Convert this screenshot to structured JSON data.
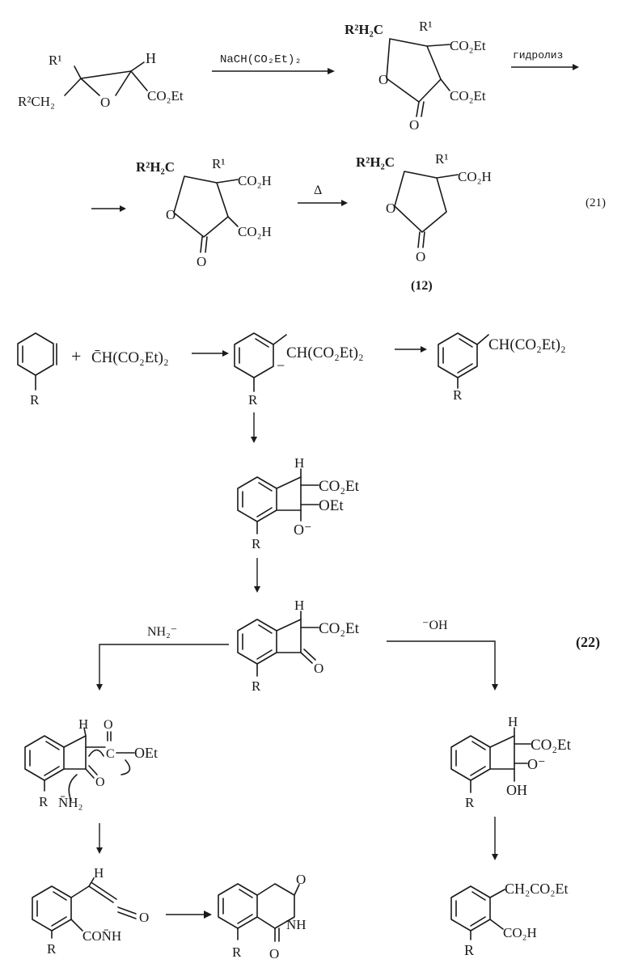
{
  "scheme21": {
    "number": "(21)",
    "epoxide": {
      "r1": "R¹",
      "r2ch2": "R²CH₂",
      "o": "O",
      "h": "H",
      "ester": "CO₂Et"
    },
    "reagent1": "NaCH(CO₂Et)₂",
    "lactone_diester": {
      "r2h2c": "R²H₂C",
      "r1": "R¹",
      "o_ring": "O",
      "o_carbonyl": "O",
      "ester_top": "CO₂Et",
      "ester_bottom": "CO₂Et"
    },
    "reagent2": "гидролиз",
    "lactone_diacid": {
      "r2h2c": "R²H₂C",
      "r1": "R¹",
      "o_ring": "O",
      "o_carbonyl": "O",
      "acid_top": "CO₂H",
      "acid_bottom": "CO₂H"
    },
    "heat": "Δ",
    "product": {
      "r2h2c": "R²H₂C",
      "r1": "R¹",
      "o_ring": "O",
      "o_carbonyl": "O",
      "acid": "CO₂H",
      "label": "(12)"
    }
  },
  "scheme22": {
    "number": "(22)",
    "aryne_r": "R",
    "plus": "+",
    "malonate_anion": "C̄H(CO₂Et)₂",
    "aryl_anion": {
      "substituent": "CH(CO₂Et)₂",
      "charge": "−",
      "r": "R"
    },
    "product_top": {
      "substituent": "CH(CO₂Et)₂",
      "r": "R"
    },
    "cyclobutane_alkoxide": {
      "h": "H",
      "ester": "CO₂Et",
      "oet": "OEt",
      "o_minus": "O⁻",
      "r": "R"
    },
    "benzocyclobutenone": {
      "h": "H",
      "ester": "CO₂Et",
      "o": "O",
      "r": "R"
    },
    "reagent_left": "NH₂⁻",
    "reagent_right": "⁻OH",
    "left_intermediate": {
      "h": "H",
      "o": "O",
      "c": "C",
      "oet": "OEt",
      "ketone_o": "O",
      "nh2": "N̄H₂",
      "r": "R"
    },
    "right_intermediate": {
      "h": "H",
      "ester": "CO₂Et",
      "o_minus": "O⁻",
      "oh": "OH",
      "r": "R"
    },
    "ketene": {
      "h": "H",
      "ketene_o": "O",
      "amide": "CON̄H",
      "r": "R"
    },
    "isoquinolinedione": {
      "o_top": "O",
      "nh": "NH",
      "o_bottom": "O",
      "r": "R"
    },
    "final_right": {
      "side_chain": "CH₂CO₂Et",
      "acid": "CO₂H",
      "r": "R"
    }
  }
}
